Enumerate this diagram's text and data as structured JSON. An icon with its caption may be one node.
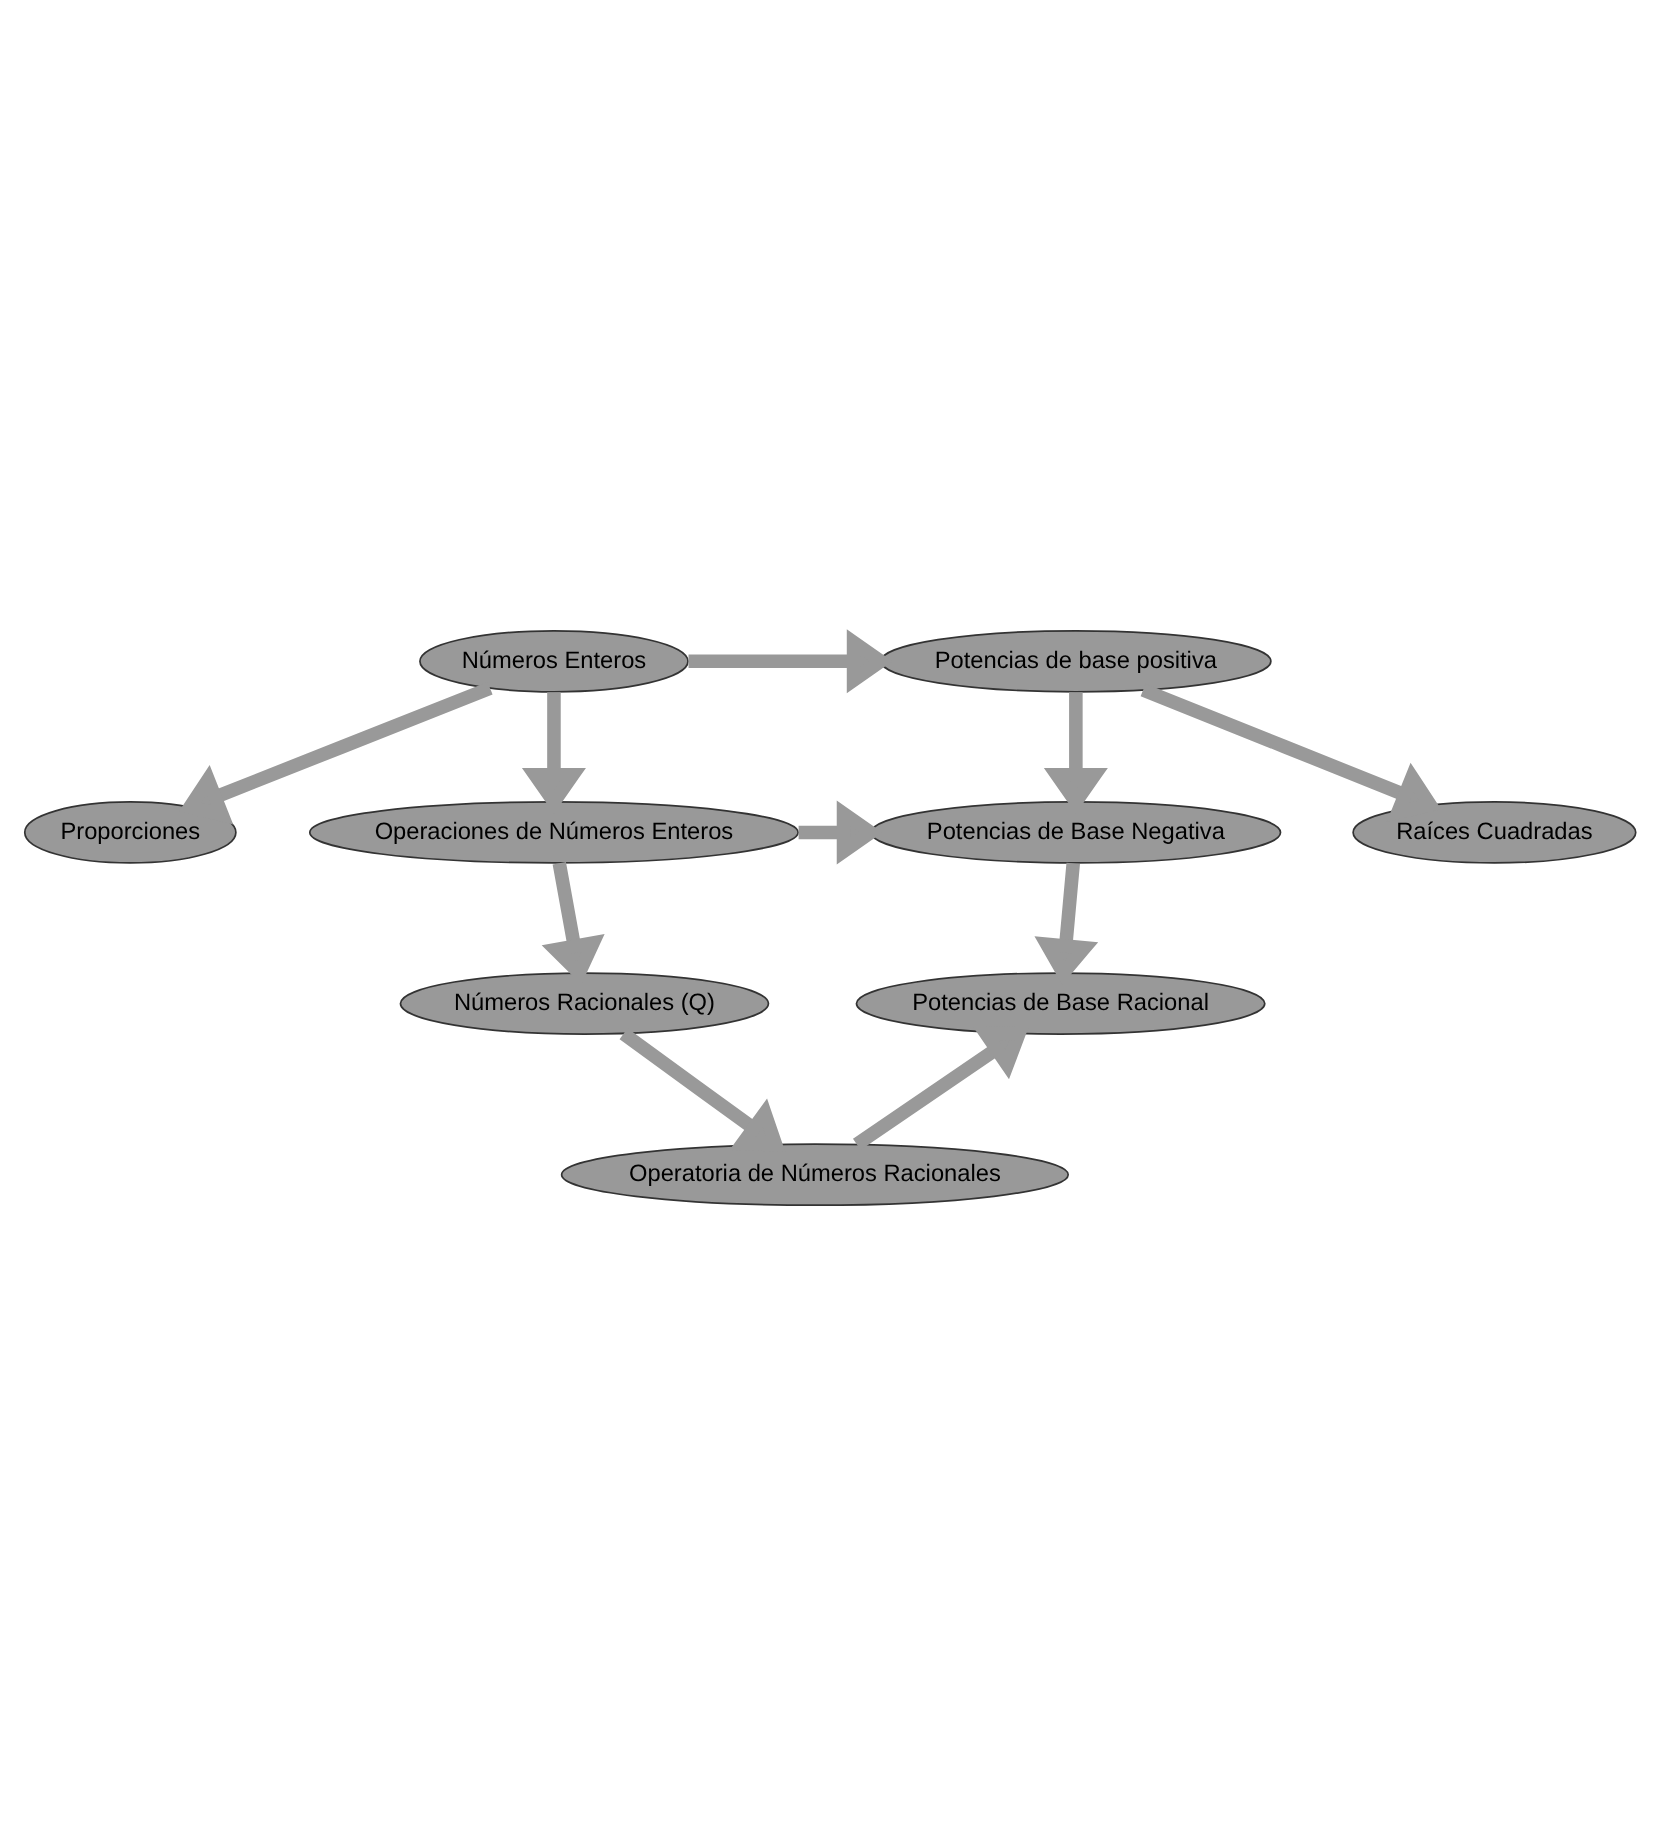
{
  "diagram": {
    "nodes": [
      {
        "text": [
          "Proporciones"
        ]
      },
      {
        "text": [
          "Raíces Cuadradas"
        ]
      },
      {
        "text": [
          "Números Enteros"
        ]
      },
      {
        "text": [
          "Potencias de base positiva"
        ]
      },
      {
        "text": [
          "Operaciones de Números Enteros"
        ]
      },
      {
        "text": [
          "Potencias de Base Negativa"
        ]
      },
      {
        "text": [
          "Números Racionales (Q)"
        ]
      },
      {
        "text": [
          "Potencias de Base Racional"
        ]
      },
      {
        "text": [
          "Operatoria de Números Racionales"
        ]
      }
    ],
    "edges": [
      {
        "from": 2,
        "to": 0,
        "arrow": "to"
      },
      {
        "from": 2,
        "to": 3,
        "arrow": "to"
      },
      {
        "from": 3,
        "to": 1,
        "arrow": "to"
      },
      {
        "from": 2,
        "to": 4,
        "arrow": "to"
      },
      {
        "from": 3,
        "to": 5,
        "arrow": "to"
      },
      {
        "from": 4,
        "to": 5,
        "arrow": "to"
      },
      {
        "from": 4,
        "to": 6,
        "arrow": "to"
      },
      {
        "from": 5,
        "to": 7,
        "arrow": "to"
      },
      {
        "from": 6,
        "to": 8,
        "arrow": "to"
      },
      {
        "from": 8,
        "to": 7,
        "arrow": "to"
      }
    ]
  }
}
